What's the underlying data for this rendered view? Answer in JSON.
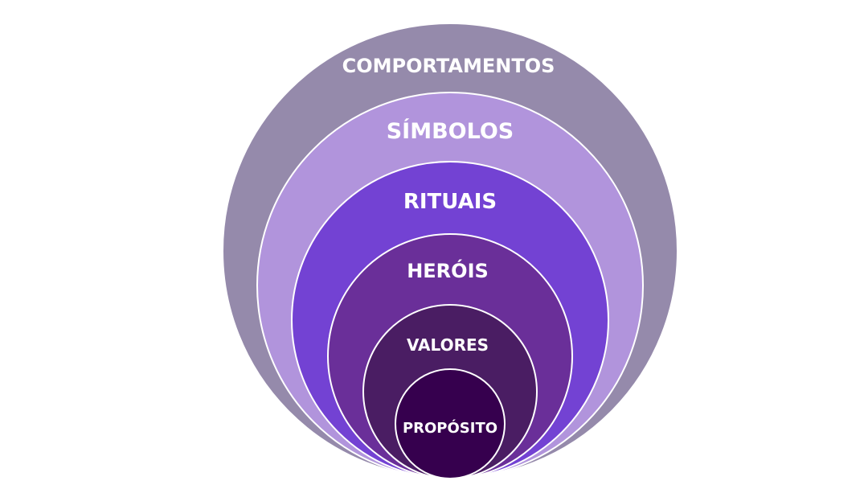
{
  "diagram": {
    "layers": [
      {
        "label": "COMPORTAMENTOS",
        "color": "#958aab"
      },
      {
        "label": "SÍMBOLOS",
        "color": "#b194dc"
      },
      {
        "label": "RITUAIS",
        "color": "#7342d3"
      },
      {
        "label": "HERÓIS",
        "color": "#6a2f99"
      },
      {
        "label": "VALORES",
        "color": "#4a1d63"
      },
      {
        "label": "PROPÓSITO",
        "color": "#36004e"
      }
    ],
    "border_color": "#ffffff"
  }
}
